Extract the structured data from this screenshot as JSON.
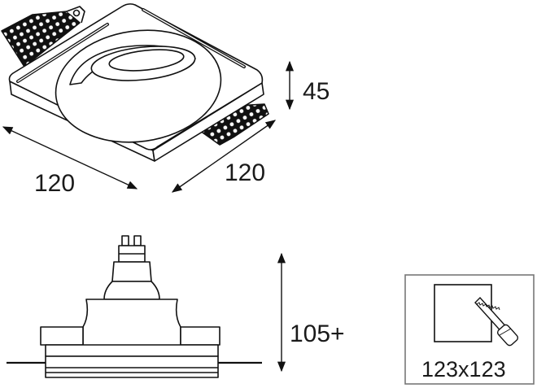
{
  "dimensions": {
    "width_front": "120",
    "width_side": "120",
    "height_fixture": "45",
    "installation_depth": "105+",
    "cutout": "123x123"
  }
}
